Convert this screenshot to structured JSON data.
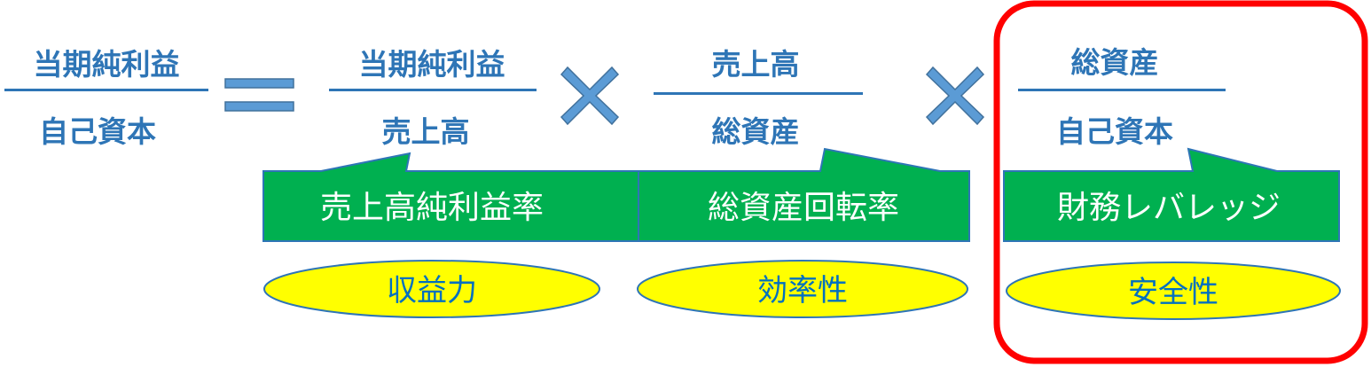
{
  "colors": {
    "fraction_text": "#2E75B6",
    "fraction_line": "#2E75B6",
    "operator_fill": "#5B9BD5",
    "operator_stroke": "#41719C",
    "callout_fill": "#00B050",
    "callout_stroke": "#2E75B6",
    "callout_text": "#FFFFFF",
    "oval_fill": "#FFFF00",
    "oval_stroke": "#2E75B6",
    "oval_text": "#0070C0",
    "highlight_border": "#FF0000"
  },
  "left": {
    "numerator": "当期純利益",
    "denominator": "自己資本"
  },
  "operators": {
    "equals": "equals-sign-icon",
    "times": "multiply-sign-icon"
  },
  "terms": [
    {
      "numerator": "当期純利益",
      "denominator": "売上高",
      "callout": "売上高純利益率",
      "category": "収益力"
    },
    {
      "numerator": "売上高",
      "denominator": "総資産",
      "callout": "総資産回転率",
      "category": "効率性"
    },
    {
      "numerator": "総資産",
      "denominator": "自己資本",
      "callout": "財務レバレッジ",
      "category": "安全性"
    }
  ]
}
